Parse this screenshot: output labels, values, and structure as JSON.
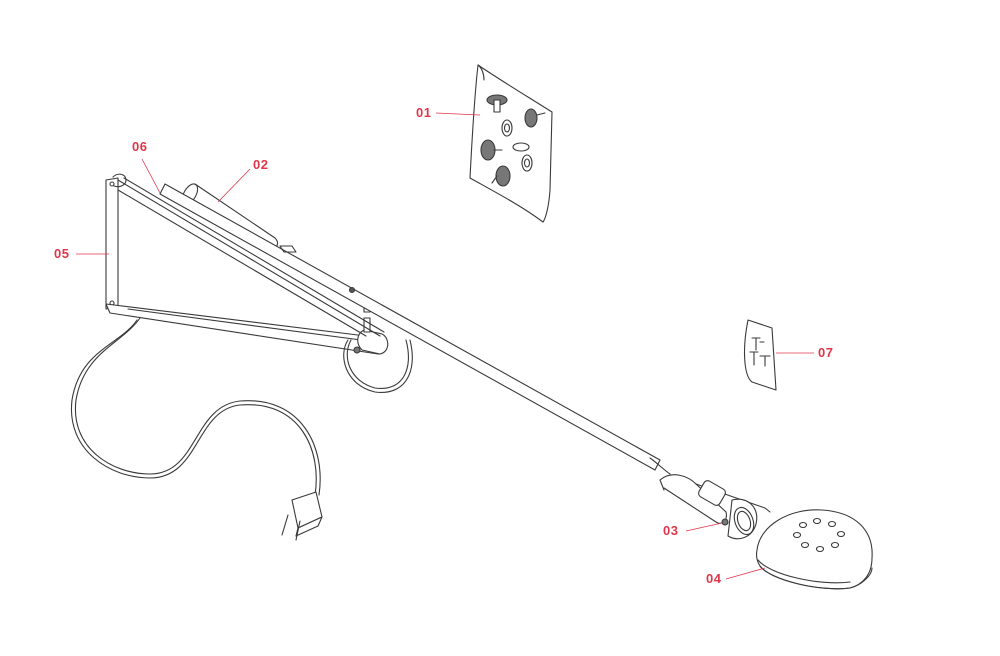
{
  "diagram": {
    "accent_color": "#e0364a",
    "line_color": "#3a3a3a",
    "parts": [
      {
        "id": "p01",
        "label": "01",
        "icon": "wall-mount-plate-icon"
      },
      {
        "id": "p02",
        "label": "02",
        "icon": "counterweight-cone-icon"
      },
      {
        "id": "p03",
        "label": "03",
        "icon": "bulb-socket-icon"
      },
      {
        "id": "p04",
        "label": "04",
        "icon": "lamp-shade-icon"
      },
      {
        "id": "p05",
        "label": "05",
        "icon": "vertical-bracket-icon"
      },
      {
        "id": "p06",
        "label": "06",
        "icon": "tension-cable-icon"
      },
      {
        "id": "p07",
        "label": "07",
        "icon": "screw-pack-icon"
      }
    ]
  }
}
